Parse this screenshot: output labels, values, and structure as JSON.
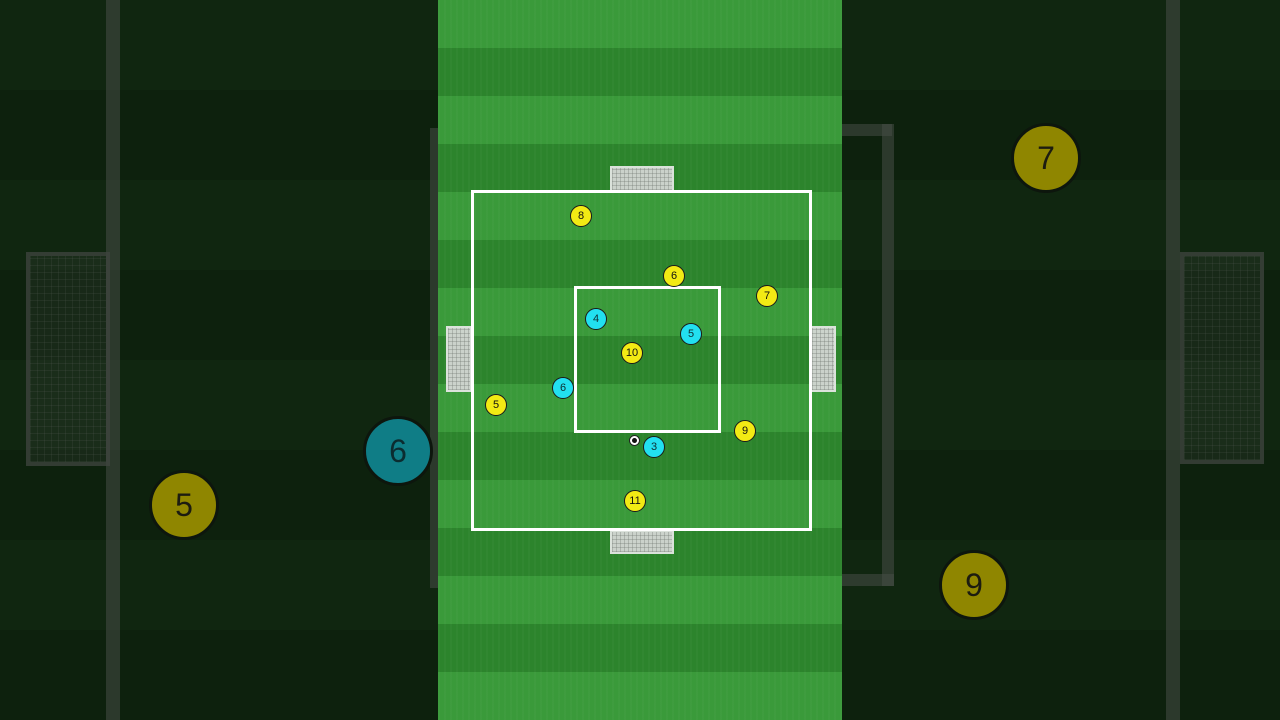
{
  "drill": {
    "ball": {
      "label": "Ball",
      "icon": "soccer-ball-icon"
    },
    "colors": {
      "team_yellow": "#f2ea14",
      "team_cyan": "#22e0f0",
      "pitch_light": "#3a9a3a",
      "pitch_dark": "#2c842c",
      "lines": "#ffffff"
    },
    "players": [
      {
        "number": "8",
        "team": "yellow"
      },
      {
        "number": "6",
        "team": "yellow"
      },
      {
        "number": "7",
        "team": "yellow"
      },
      {
        "number": "4",
        "team": "cyan"
      },
      {
        "number": "5",
        "team": "cyan"
      },
      {
        "number": "10",
        "team": "yellow"
      },
      {
        "number": "6",
        "team": "cyan"
      },
      {
        "number": "5",
        "team": "yellow"
      },
      {
        "number": "9",
        "team": "yellow"
      },
      {
        "number": "3",
        "team": "cyan"
      },
      {
        "number": "11",
        "team": "yellow"
      }
    ]
  },
  "background_zoom": {
    "players": [
      {
        "number": "7",
        "team": "yellow"
      },
      {
        "number": "6",
        "team": "cyan"
      },
      {
        "number": "5",
        "team": "yellow"
      },
      {
        "number": "9",
        "team": "yellow"
      }
    ]
  }
}
